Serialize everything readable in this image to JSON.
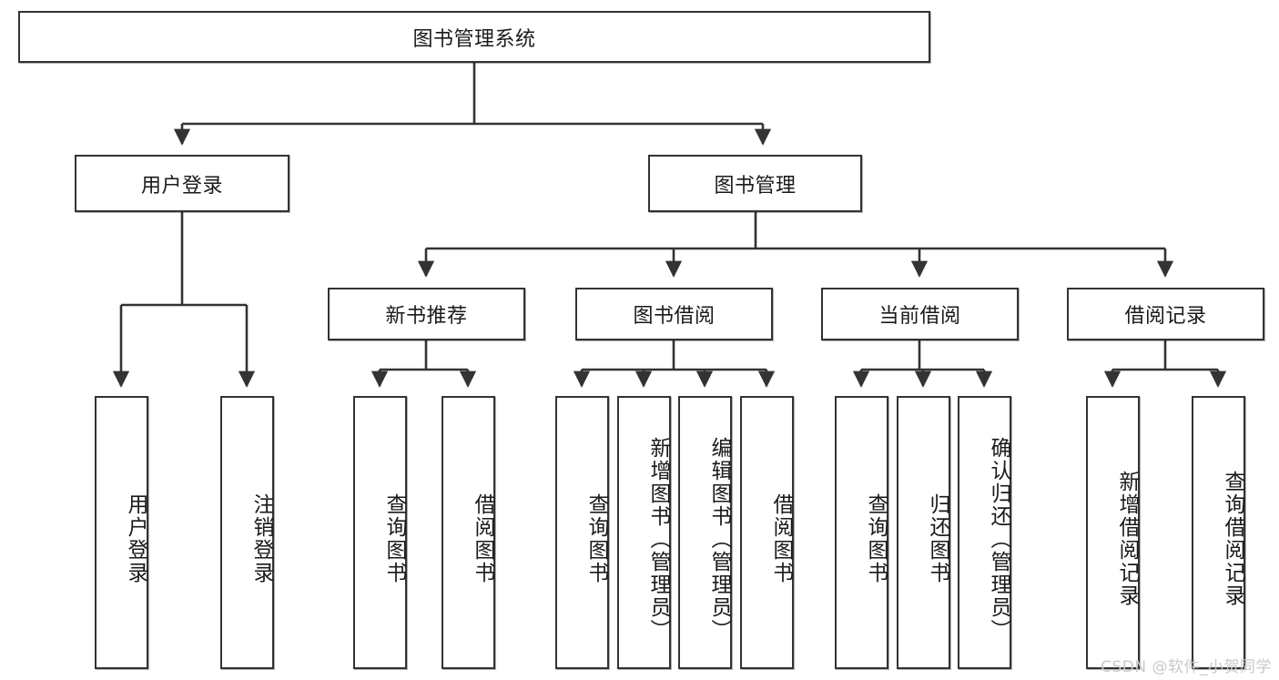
{
  "diagram": {
    "title": "图书管理系统",
    "type": "functional-decomposition-tree",
    "root": {
      "label": "图书管理系统"
    },
    "level2": [
      {
        "label": "用户登录"
      },
      {
        "label": "图书管理"
      }
    ],
    "level3": [
      {
        "label": "新书推荐"
      },
      {
        "label": "图书借阅"
      },
      {
        "label": "当前借阅"
      },
      {
        "label": "借阅记录"
      }
    ],
    "leaves": {
      "user_login": [
        {
          "label": "用户登录"
        },
        {
          "label": "注销登录"
        }
      ],
      "new_book_recommend": [
        {
          "label": "查询图书"
        },
        {
          "label": "借阅图书"
        }
      ],
      "book_borrow": [
        {
          "label": "查询图书"
        },
        {
          "label": "新增图书（管理员）"
        },
        {
          "label": "编辑图书（管理员）"
        },
        {
          "label": "借阅图书"
        }
      ],
      "current_borrow": [
        {
          "label": "查询图书"
        },
        {
          "label": "归还图书"
        },
        {
          "label": "确认归还（管理员）"
        }
      ],
      "borrow_record": [
        {
          "label": "新增借阅记录"
        },
        {
          "label": "查询借阅记录"
        }
      ]
    }
  },
  "watermark": {
    "text": "CSDN @软件_小贺同学"
  },
  "colors": {
    "stroke": "#333333",
    "text": "#1a1a1a",
    "background": "#ffffff",
    "watermark": "#c9c9c9"
  }
}
